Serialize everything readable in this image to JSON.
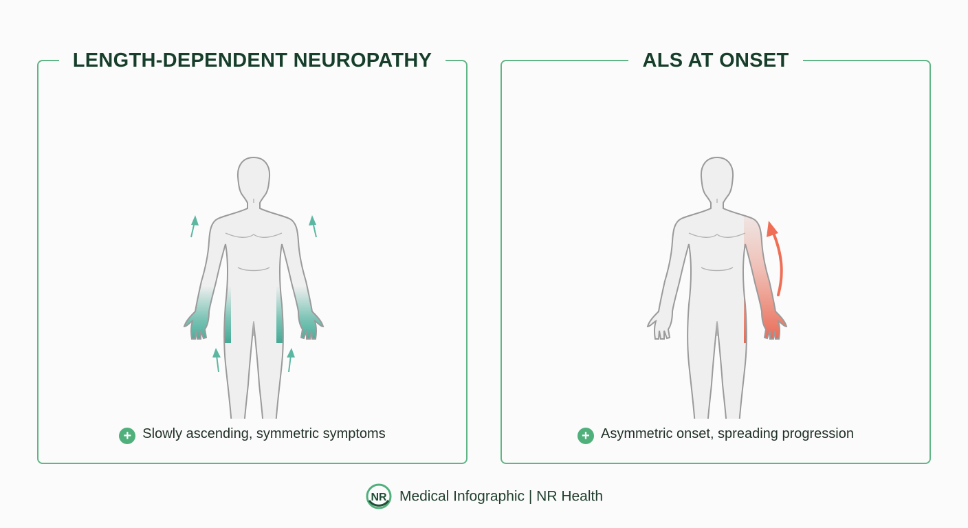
{
  "panels": [
    {
      "title": "LENGTH-DEPENDENT NEUROPATHY",
      "caption": "Slowly ascending, symmetric symptoms",
      "highlight_color": "#4fb3a0",
      "pattern": "symmetric distal hands and feet, ascending"
    },
    {
      "title": "ALS AT ONSET",
      "caption": "Asymmetric onset, spreading progression",
      "highlight_color": "#ef6f55",
      "pattern": "single distal limb, spreading proximally"
    }
  ],
  "footer": {
    "logo_text": "NR",
    "text": "Medical Infographic | NR Health"
  },
  "colors": {
    "border": "#5fb585",
    "title": "#163e2a",
    "plus_icon": "#4fb07c",
    "body_fill": "#efefef",
    "body_outline": "#9a9a9a"
  },
  "icons": [
    "plus-icon",
    "up-arrow-icon",
    "curved-arrow-icon",
    "nr-logo-icon"
  ]
}
